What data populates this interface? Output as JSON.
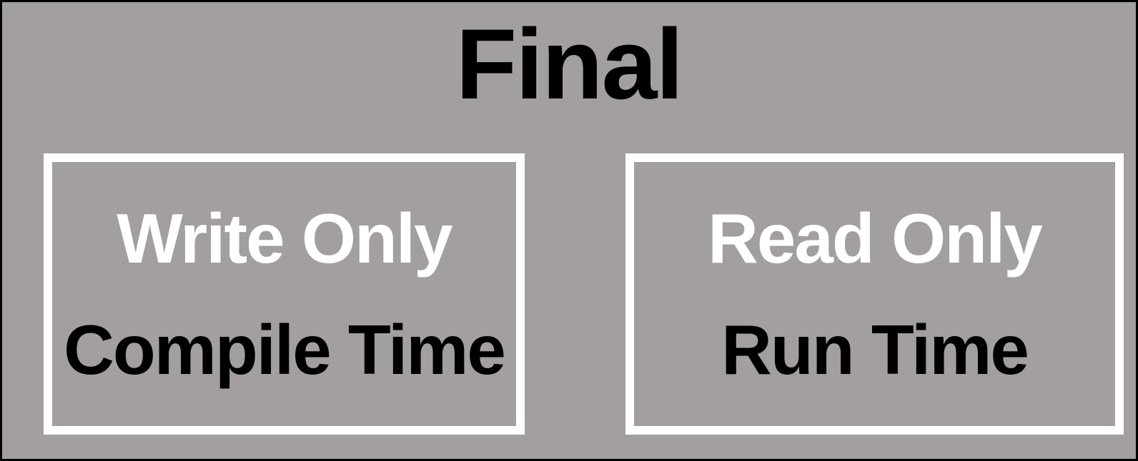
{
  "canvas": {
    "background_color": "#A49F9F",
    "outer_border_color": "#000000",
    "box_border_color": "#FFFFFF",
    "access_text_color": "#FFFFFF",
    "timing_text_color": "#000000"
  },
  "title": "Final",
  "boxes": [
    {
      "access": "Write Only",
      "timing": "Compile Time"
    },
    {
      "access": "Read Only",
      "timing": "Run Time"
    }
  ]
}
